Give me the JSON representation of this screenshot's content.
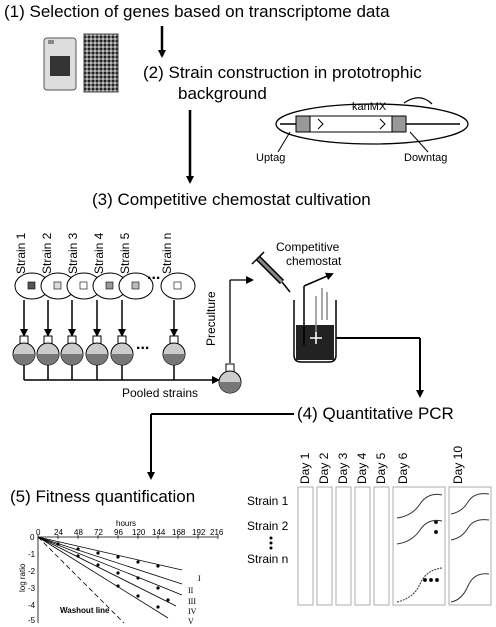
{
  "steps": {
    "step1": "(1) Selection of genes based on transcriptome data",
    "step2_line1": "(2) Strain construction in prototrophic",
    "step2_line2": "background",
    "step3": "(3) Competitive chemostat cultivation",
    "step4": "(4) Quantitative PCR",
    "step5": "(5) Fitness quantification"
  },
  "plasmid": {
    "gene": "kanMX",
    "uptag": "Uptag",
    "downtag": "Downtag"
  },
  "cultivation": {
    "strains": [
      "Strain 1",
      "Strain 2",
      "Strain 3",
      "Strain 4",
      "Strain 5",
      "Strain n"
    ],
    "ellipsis": "...",
    "preculture": "Preculture",
    "pooled": "Pooled strains",
    "chemostat_line1": "Competitive",
    "chemostat_line2": "chemostat"
  },
  "qpcr": {
    "days": [
      "Day 1",
      "Day 2",
      "Day 3",
      "Day 4",
      "Day 5",
      "Day 6",
      "Day 10"
    ],
    "rows": [
      "Strain 1",
      "Strain 2",
      "Strain n"
    ]
  },
  "fitness": {
    "x_title": "hours",
    "x_ticks": [
      "0",
      "24",
      "48",
      "72",
      "96",
      "120",
      "144",
      "168",
      "192",
      "216"
    ],
    "y_label": "log ratio",
    "y_ticks": [
      "0",
      "-1",
      "-2",
      "-3",
      "-4",
      "-5"
    ],
    "washout": "Washout line",
    "series_labels": [
      "I",
      "II",
      "III",
      "IV",
      "V"
    ]
  }
}
